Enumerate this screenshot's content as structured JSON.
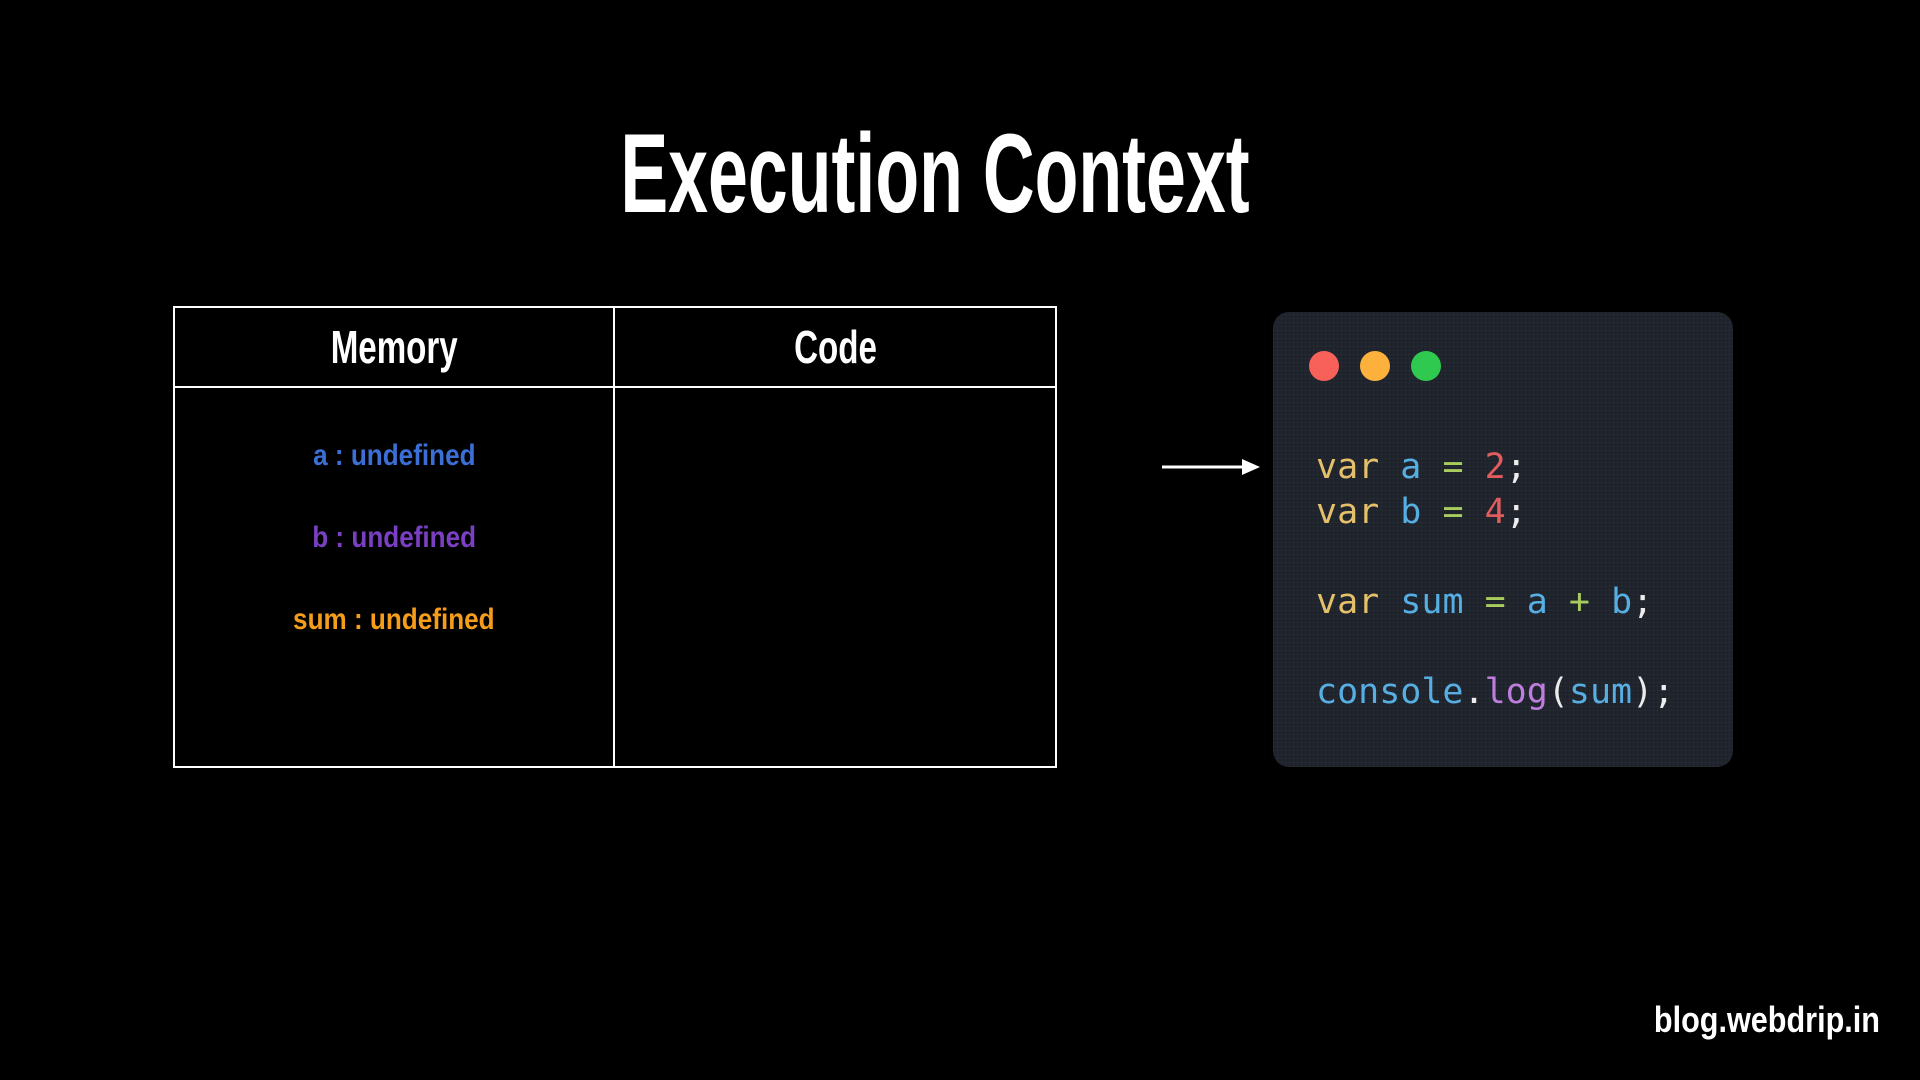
{
  "title": "Execution Context",
  "table": {
    "headers": [
      "Memory",
      "Code"
    ],
    "memory_rows": [
      {
        "label": "a : undefined",
        "color": "#3b6fd6"
      },
      {
        "label": "b : undefined",
        "color": "#7a3fc2"
      },
      {
        "label": "sum : undefined",
        "color": "#f59d1a"
      }
    ]
  },
  "arrow": {
    "direction": "right",
    "color": "#ffffff"
  },
  "code_window": {
    "background": "#1e222a",
    "traffic_lights": [
      {
        "name": "close",
        "color": "#f8605a"
      },
      {
        "name": "minimize",
        "color": "#fbb13c"
      },
      {
        "name": "maximize",
        "color": "#2ec94e"
      }
    ],
    "palette": {
      "keyword": "#e5c06b",
      "variable": "#56aee2",
      "operator": "#a9cc5e",
      "number": "#e05c5e",
      "punct": "#ececec",
      "method": "#bd7ede"
    },
    "lines": [
      [
        {
          "text": "var ",
          "color": "keyword"
        },
        {
          "text": "a ",
          "color": "variable"
        },
        {
          "text": "= ",
          "color": "operator"
        },
        {
          "text": "2",
          "color": "number"
        },
        {
          "text": ";",
          "color": "punct"
        }
      ],
      [
        {
          "text": "var ",
          "color": "keyword"
        },
        {
          "text": "b ",
          "color": "variable"
        },
        {
          "text": "= ",
          "color": "operator"
        },
        {
          "text": "4",
          "color": "number"
        },
        {
          "text": ";",
          "color": "punct"
        }
      ],
      [],
      [
        {
          "text": "var ",
          "color": "keyword"
        },
        {
          "text": "sum ",
          "color": "variable"
        },
        {
          "text": "= ",
          "color": "operator"
        },
        {
          "text": "a ",
          "color": "variable"
        },
        {
          "text": "+ ",
          "color": "operator"
        },
        {
          "text": "b",
          "color": "variable"
        },
        {
          "text": ";",
          "color": "punct"
        }
      ],
      [],
      [
        {
          "text": "console",
          "color": "variable"
        },
        {
          "text": ".",
          "color": "punct"
        },
        {
          "text": "log",
          "color": "method"
        },
        {
          "text": "(",
          "color": "punct"
        },
        {
          "text": "sum",
          "color": "variable"
        },
        {
          "text": ")",
          "color": "punct"
        },
        {
          "text": ";",
          "color": "punct"
        }
      ]
    ]
  },
  "footer": {
    "site": "blog.webdrip.in"
  }
}
